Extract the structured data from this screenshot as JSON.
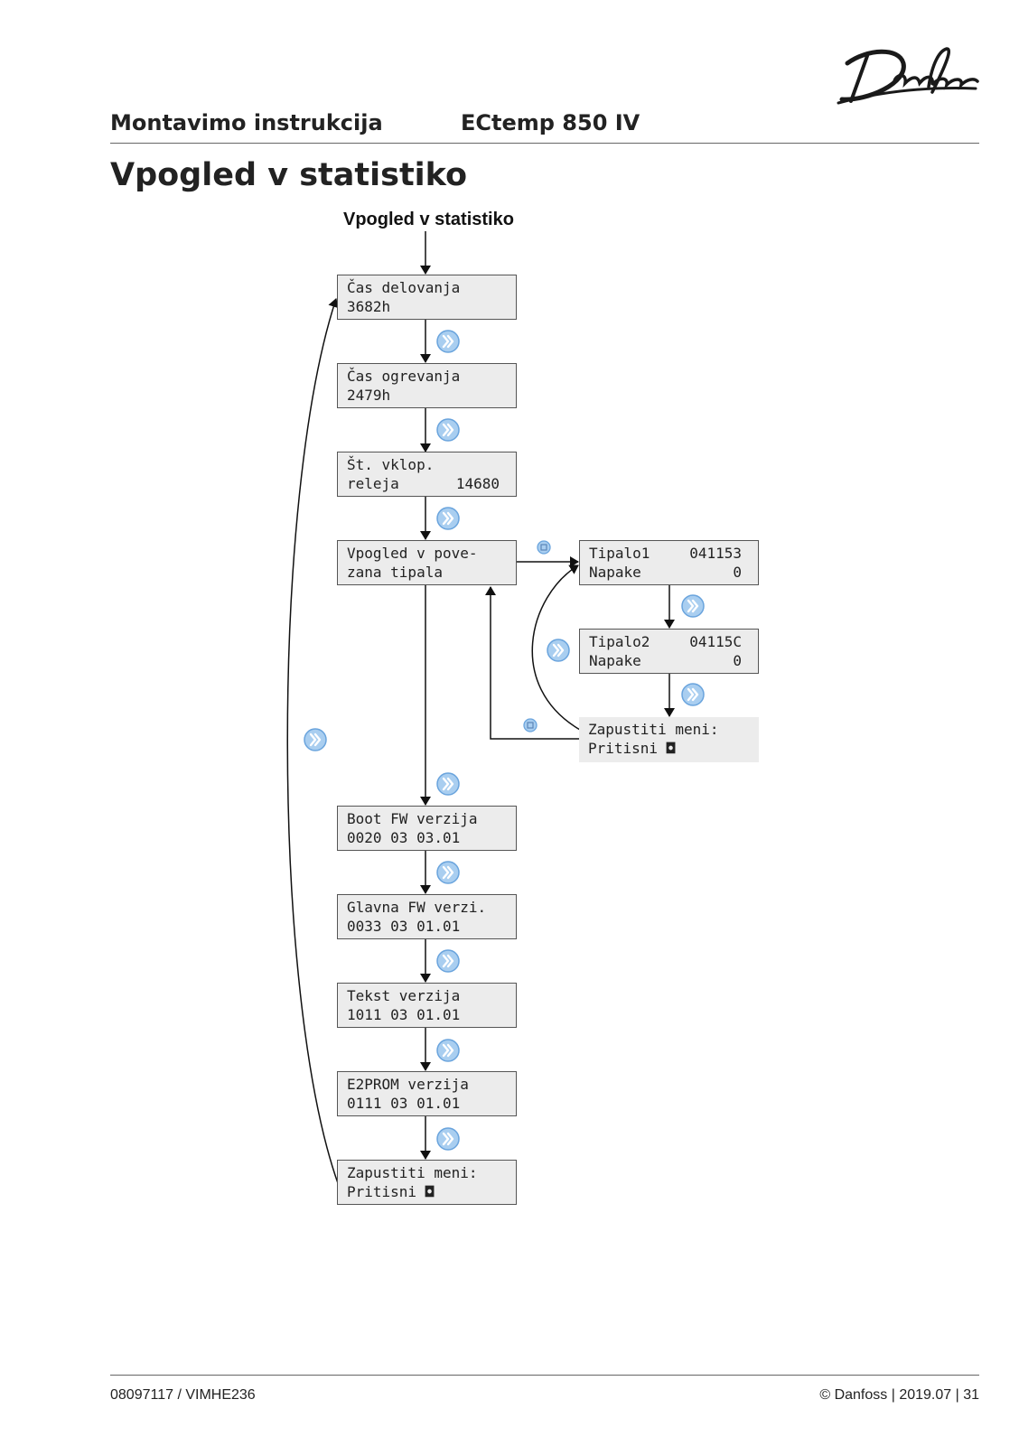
{
  "header": {
    "logo_text": "Danfoss",
    "doc_type": "Montavimo instrukcija",
    "product": "ECtemp 850 IV"
  },
  "page_title": "Vpogled v statistiko",
  "diagram": {
    "title": "Vpogled v statistiko",
    "screens": {
      "cas_delovanja": {
        "line1": "Čas delovanja",
        "line2": "3682h"
      },
      "cas_ogrevanja": {
        "line1": "Čas ogrevanja",
        "line2": "2479h"
      },
      "st_vklop": {
        "line1": "Št. vklop.",
        "line2_label": "releja",
        "line2_value": "14680"
      },
      "vpogled_tipala": {
        "line1": "Vpogled v pove-",
        "line2": "zana tipala"
      },
      "tipalo1": {
        "line1_label": "Tipalo1",
        "line1_value": "041153",
        "line2_label": "Napake",
        "line2_value": "0"
      },
      "tipalo2": {
        "line1_label": "Tipalo2",
        "line1_value": "04115C",
        "line2_label": "Napake",
        "line2_value": "0"
      },
      "zapustiti_sub": {
        "line1": "Zapustiti meni:",
        "line2": "Pritisni ◘"
      },
      "boot_fw": {
        "line1": "Boot FW verzija",
        "line2": "0020 03 03.01"
      },
      "glavna_fw": {
        "line1": "Glavna FW verzi.",
        "line2": "0033 03 01.01"
      },
      "tekst": {
        "line1": "Tekst verzija",
        "line2": "1011 03 01.01"
      },
      "e2prom": {
        "line1": "E2PROM verzija",
        "line2": "0111 03 01.01"
      },
      "zapustiti_main": {
        "line1": "Zapustiti meni:",
        "line2": "Pritisni ◘"
      }
    },
    "icons": {
      "next": "double-chevron-right-icon",
      "ok": "square-button-icon"
    },
    "colors": {
      "icon_fill": "#a9cef0",
      "icon_stroke": "#6aa4dd",
      "lcd_bg": "#ececec"
    }
  },
  "footer": {
    "doc_number": "08097117 / VIMHE236",
    "copyright": "© Danfoss | 2019.07 | 31"
  }
}
